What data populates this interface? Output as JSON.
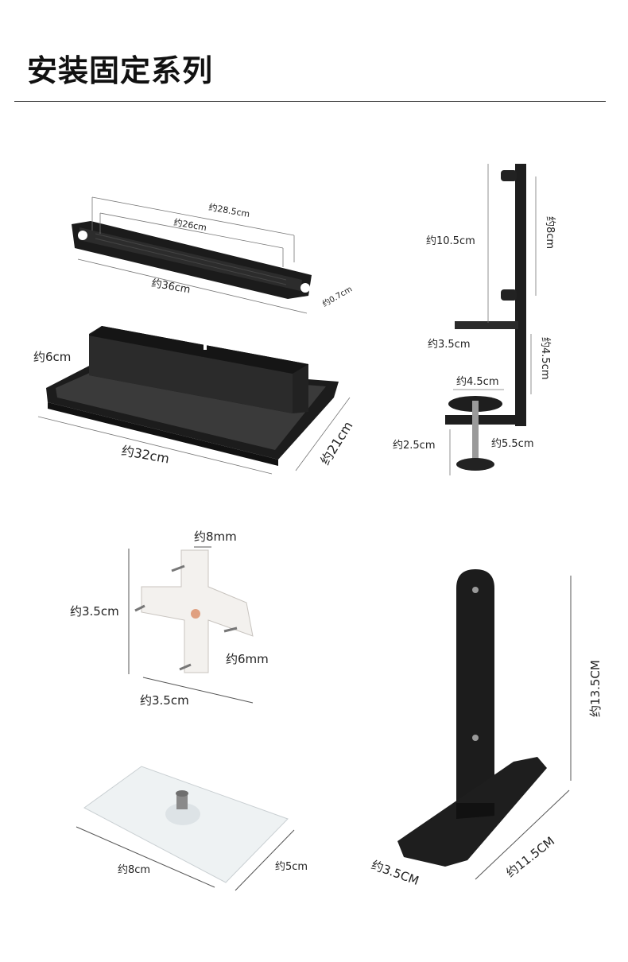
{
  "header": {
    "title": "安装固定系列"
  },
  "products": {
    "wall_rail": {
      "name": "wall-rail",
      "dims": {
        "outer": "约28.5cm",
        "inner": "约26cm",
        "length": "约36cm",
        "thickness": "约0.7cm"
      }
    },
    "tray_stand": {
      "name": "tray-stand",
      "dims": {
        "height": "约6cm",
        "length": "约32cm",
        "width": "约21cm"
      }
    },
    "clamp_bracket": {
      "name": "clamp-bracket",
      "dims": {
        "total_height": "约10.5cm",
        "upper": "约8cm",
        "arm": "约3.5cm",
        "lower": "约4.5cm",
        "knob": "约4.5cm",
        "gap": "约2.5cm",
        "depth": "约5.5cm"
      }
    },
    "cross_mount": {
      "name": "cross-mount",
      "dims": {
        "arm_width": "约8mm",
        "height": "约3.5cm",
        "thickness": "约6mm",
        "width": "约3.5cm"
      }
    },
    "l_stand": {
      "name": "l-stand",
      "dims": {
        "height": "约13.5CM",
        "base_width": "约3.5CM",
        "base_length": "约11.5CM"
      }
    },
    "adhesive_plate": {
      "name": "adhesive-plate",
      "dims": {
        "length": "约8cm",
        "width": "约5cm"
      }
    }
  },
  "colors": {
    "metal": "#1e1e1e",
    "line": "#555555",
    "acrylic": "#e9eef0"
  }
}
